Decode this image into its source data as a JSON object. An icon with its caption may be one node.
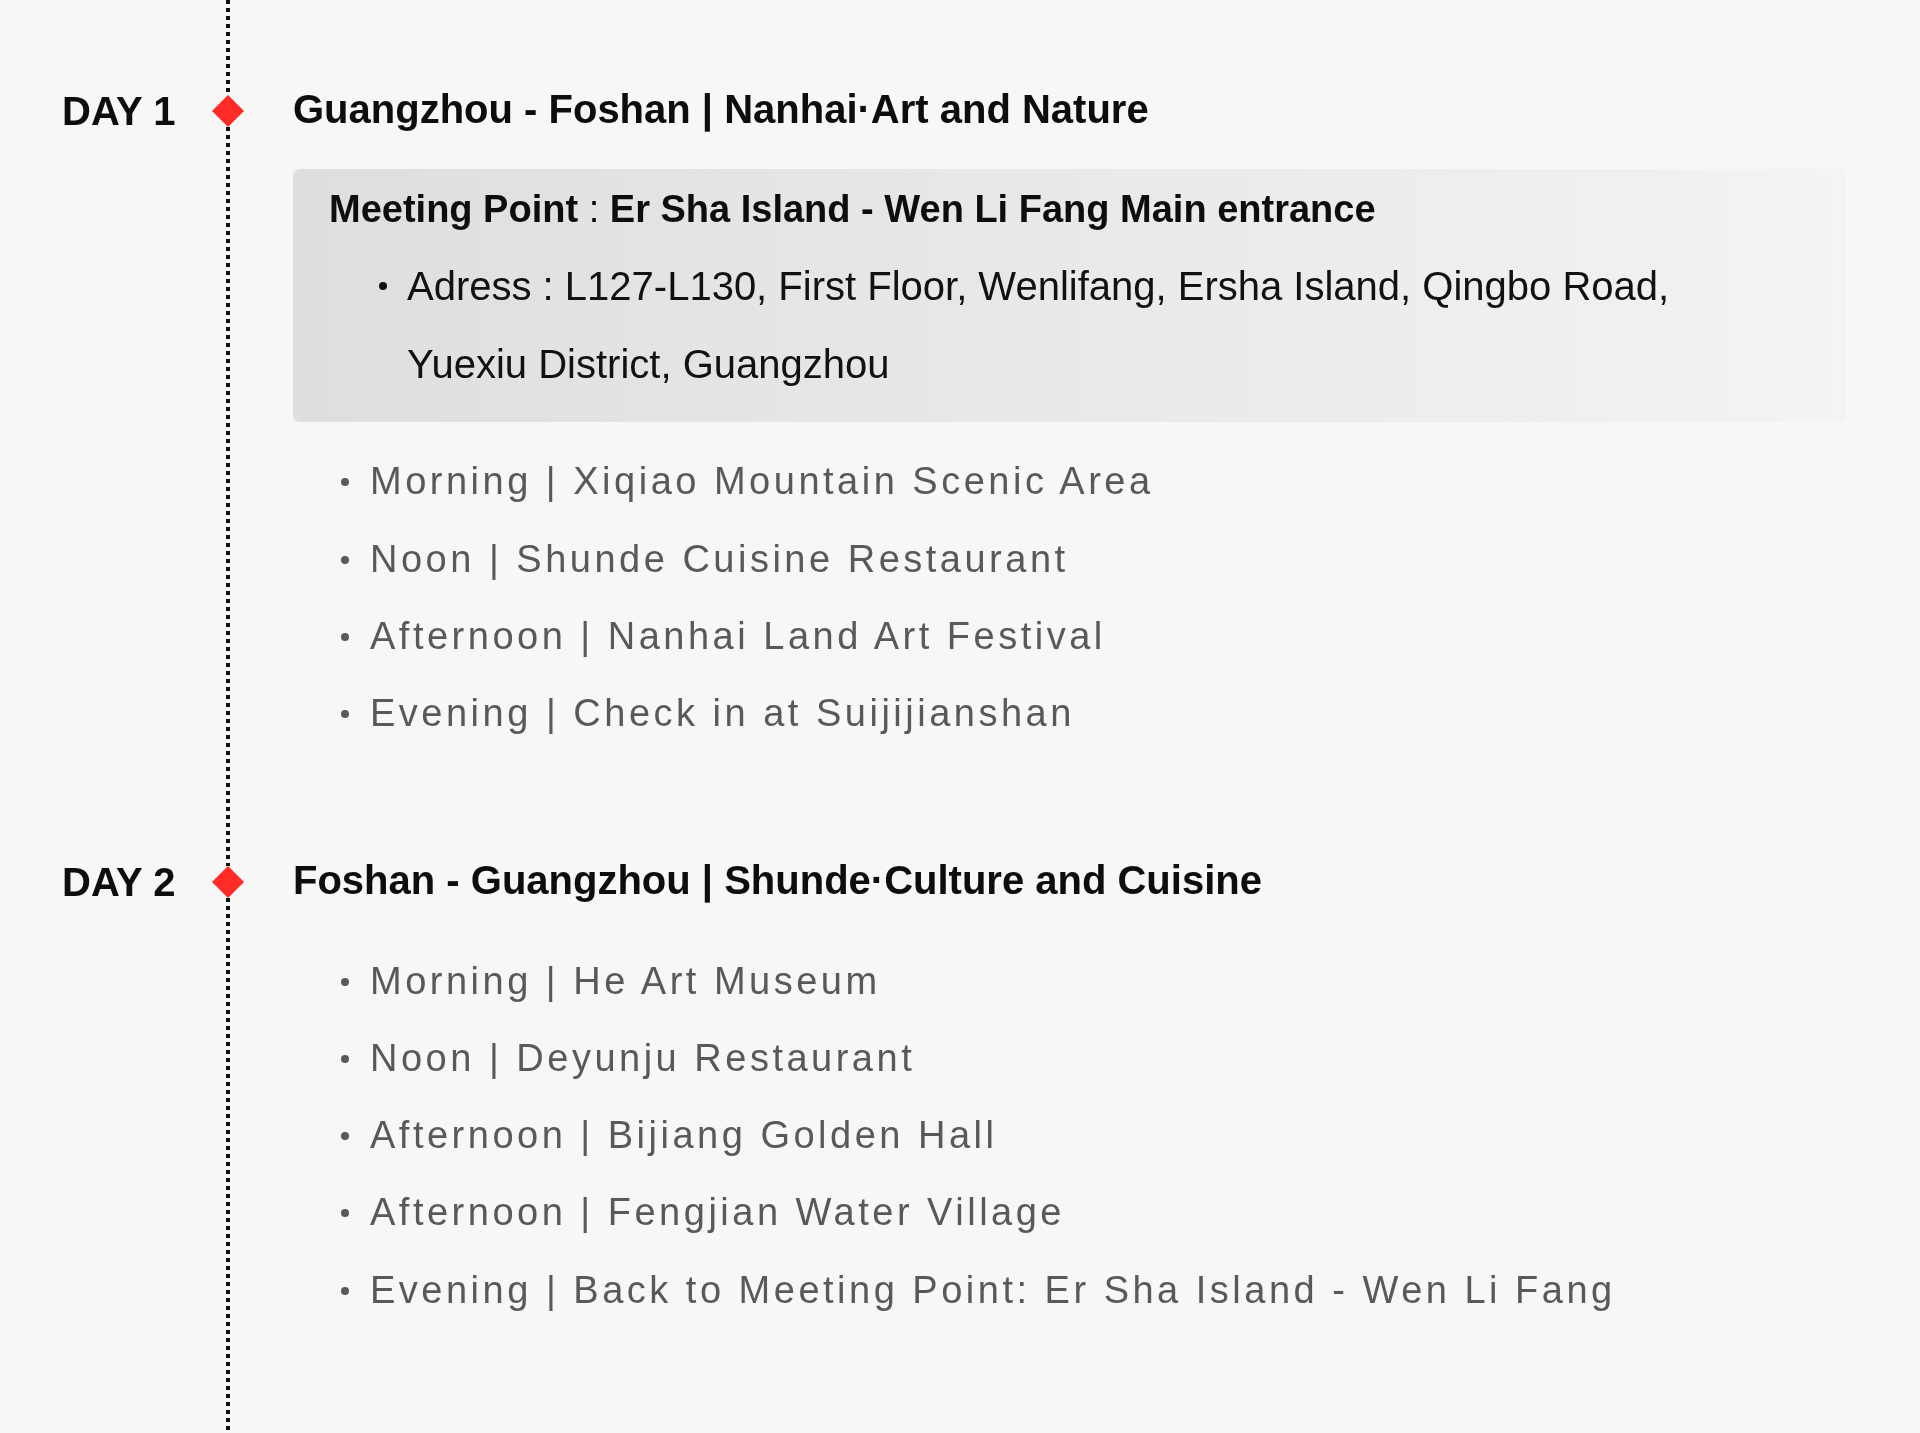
{
  "diagram": {
    "nodes": [
      {
        "text": [],
        "shape": "diamond",
        "beside": [
          "DAY 1",
          "Guangzhou - Foshan | Nanhai·Art and Nature"
        ]
      },
      {
        "text": [
          "**Meeting Point** : **Er Sha Island - Wen Li Fang Main entrance**",
          "Adress : L127-L130, First Floor, Wenlifang, Ersha Island, Qingbo Road, Yuexiu District, Guangzhou"
        ]
      },
      {
        "text": [],
        "shape": "diamond",
        "beside": [
          "DAY 2",
          "Foshan - Guangzhou | Shunde·Culture and Cuisine"
        ]
      }
    ],
    "edges": [
      {
        "from": null,
        "to": 0,
        "arrow": "none",
        "style": "dashed"
      },
      {
        "from": 0,
        "to": 2,
        "arrow": "none",
        "style": "dashed"
      },
      {
        "from": 2,
        "to": null,
        "arrow": "none",
        "style": "dashed"
      }
    ],
    "labels": [
      "Morning | Xiqiao Mountain Scenic Area",
      "Noon | Shunde Cuisine Restaurant",
      "Afternoon | Nanhai Land Art Festival",
      "Evening | Check in at Suijijianshan",
      "Morning | He Art Museum",
      "Noon | Deyunju Restaurant",
      "Afternoon | Bijiang Golden Hall",
      "Afternoon | Fengjian Water Village",
      "Evening | Back to Meeting Point: Er Sha Island - Wen Li Fang"
    ]
  }
}
